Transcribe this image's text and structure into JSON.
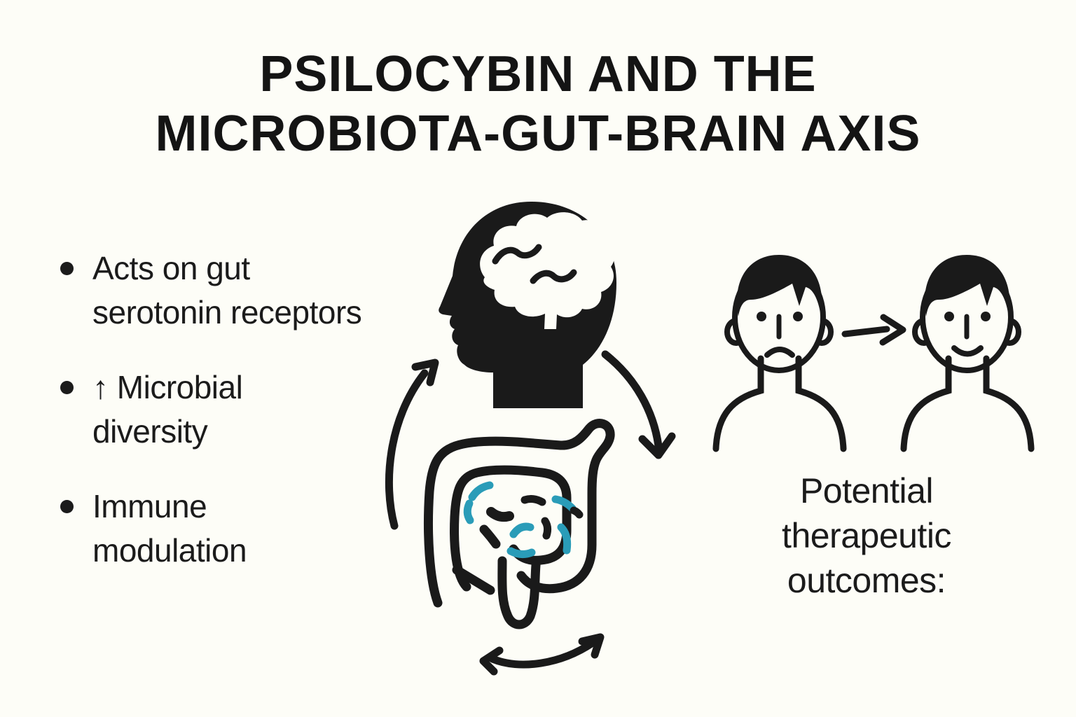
{
  "title": {
    "line1": "PSILOCYBIN AND THE",
    "line2": "MICROBIOTA-GUT-BRAIN AXIS"
  },
  "bullets": {
    "items": [
      {
        "line1": "Acts on gut",
        "line2": "serotonin receptors"
      },
      {
        "line1": "↑ Microbial",
        "line2": "diversity"
      },
      {
        "line1": "Immune",
        "line2": "modulation"
      }
    ]
  },
  "outcome": {
    "line1": "Potential",
    "line2": "therapeutic",
    "line3": "outcomes:"
  },
  "icons": {
    "center_top": "head-with-brain-icon",
    "center_bottom": "intestine-microbiome-icon",
    "cycle_left": "curved-arrow-up-icon",
    "cycle_right": "curved-arrow-down-icon",
    "cycle_bottom": "double-headed-curved-arrow-icon",
    "right_before": "sad-person-icon",
    "right_transition": "right-arrow-icon",
    "right_after": "smiling-person-icon",
    "bullet_marker": "filled-dot",
    "diversity_glyph": "up-arrow"
  },
  "colors": {
    "ink": "#1a1a1a",
    "accent_teal": "#2a9cb8",
    "background": "#fdfdf7"
  }
}
